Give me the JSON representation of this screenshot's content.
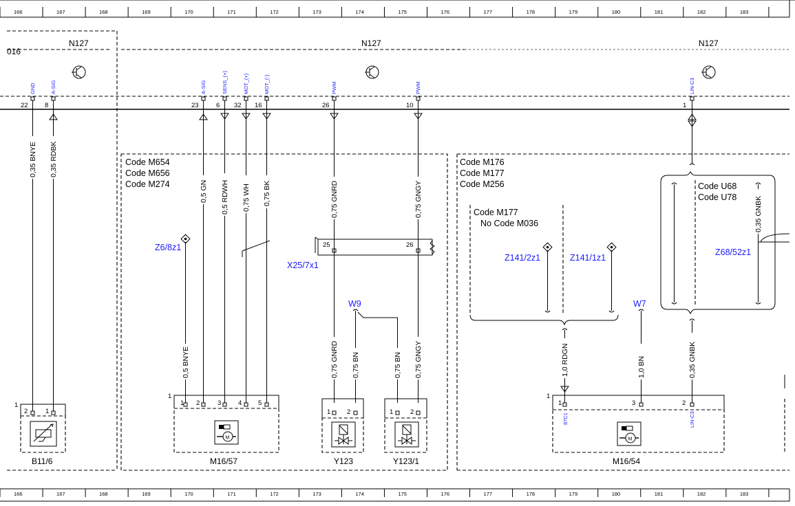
{
  "ruler": {
    "columns": [
      "166",
      "167",
      "168",
      "169",
      "170",
      "171",
      "172",
      "173",
      "174",
      "175",
      "176",
      "177",
      "178",
      "179",
      "180",
      "181",
      "182",
      "183"
    ]
  },
  "modules": {
    "left_ref": "016",
    "n127_a": "N127",
    "n127_b": "N127",
    "n127_c": "N127"
  },
  "pins_top": [
    {
      "num": "22",
      "signal": "GND"
    },
    {
      "num": "8",
      "signal": "A-SIG"
    },
    {
      "num": "23",
      "signal": "A-SIG"
    },
    {
      "num": "6",
      "signal": "SENS_(+)"
    },
    {
      "num": "32",
      "signal": "MOT_(+)"
    },
    {
      "num": "16",
      "signal": "MOT_(-)"
    },
    {
      "num": "26",
      "signal": "PWM"
    },
    {
      "num": "10",
      "signal": "PWM"
    },
    {
      "num": "1",
      "signal": "LIN-C3"
    }
  ],
  "wires": [
    "0,35 BNYE",
    "0,35 RDBK",
    "0,5 GN",
    "0,5 RDWH",
    "0,75 WH",
    "0,75 BK",
    "0,75 GNRD",
    "0,75 GNGY",
    "0,35 GNBK",
    "0,5 BNYE",
    "0,75 GNRD",
    "0,75 BN",
    "0,75 BN",
    "0,75 GNGY",
    "1,0 RDGN",
    "1,0 BN",
    "0,35 GNBK"
  ],
  "code_blocks": {
    "block1": [
      "Code M654",
      "Code M656",
      "Code M274"
    ],
    "block2": [
      "Code M176",
      "Code M177",
      "Code M256"
    ],
    "block3": [
      "Code M177",
      "No Code M036"
    ],
    "block4": [
      "Code U68",
      "Code U78"
    ]
  },
  "references": {
    "z6": "Z6/8z1",
    "x25": "X25/7x1",
    "w9": "W9",
    "w7": "W7",
    "z141_2": "Z141/2z1",
    "z141_1": "Z141/1z1",
    "z68": "Z68/52z1"
  },
  "connector_x25": {
    "pin_a": "25",
    "pin_b": "26"
  },
  "components": {
    "b11": {
      "label": "B11/6",
      "conn": "1",
      "pins": [
        "2",
        "1"
      ]
    },
    "m1657": {
      "label": "M16/57",
      "conn": "1",
      "pins": [
        "1",
        "2",
        "3",
        "4",
        "5"
      ]
    },
    "y123": {
      "label": "Y123",
      "pins": [
        "1",
        "2"
      ]
    },
    "y1231": {
      "label": "Y123/1",
      "pins": [
        "1",
        "2"
      ]
    },
    "m1654": {
      "label": "M16/54",
      "conn": "1",
      "pins": [
        "1",
        "3",
        "2"
      ],
      "signals": [
        "87C1",
        "LIN-C3"
      ]
    }
  }
}
